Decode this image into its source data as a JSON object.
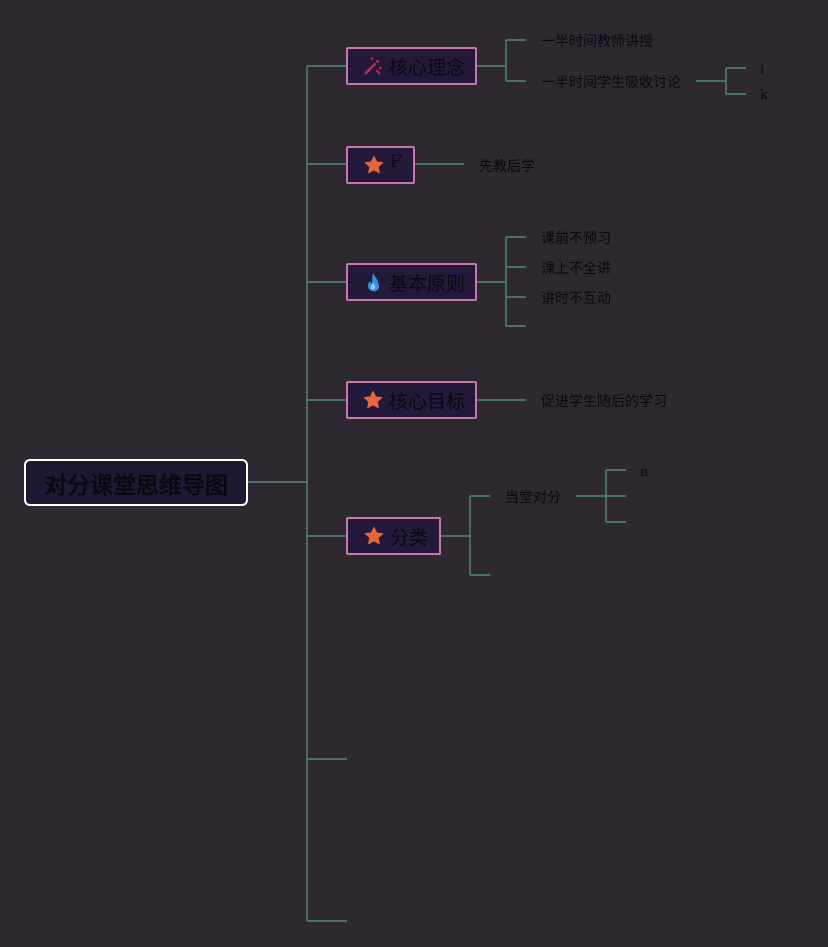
{
  "root": {
    "label": "对分课堂思维导图"
  },
  "topics": [
    {
      "label": "核心理念",
      "icon": "magic-wand-icon",
      "children": [
        {
          "label": "一半时间教师讲授"
        },
        {
          "label": "一半时间学生吸收讨论",
          "children": [
            {
              "label": "i"
            },
            {
              "label": "k"
            }
          ]
        }
      ]
    },
    {
      "label": "F",
      "icon": "star-icon",
      "children": [
        {
          "label": "先教后学"
        }
      ]
    },
    {
      "label": "基本原则",
      "icon": "flame-icon",
      "children": [
        {
          "label": "课前不预习"
        },
        {
          "label": "课上不全讲"
        },
        {
          "label": "讲时不互动"
        },
        {
          "label": ""
        }
      ]
    },
    {
      "label": "核心目标",
      "icon": "star-icon",
      "children": [
        {
          "label": "促进学生随后的学习"
        }
      ]
    },
    {
      "label": "分类",
      "icon": "star-icon",
      "children": [
        {
          "label": "当堂对分",
          "children": [
            {
              "label": "n"
            },
            {
              "label": ""
            },
            {
              "label": ""
            }
          ]
        },
        {
          "label": ""
        }
      ]
    },
    {
      "label": ""
    },
    {
      "label": ""
    }
  ],
  "colors": {
    "background": "#2e2831",
    "connector": "#4f8a80",
    "topic_border": "#c678a8",
    "topic_fill": "#24193a",
    "root_border": "#ffffff",
    "star": "#e8663a",
    "flame": "#2f8fe0",
    "wand": "#d6245c"
  }
}
